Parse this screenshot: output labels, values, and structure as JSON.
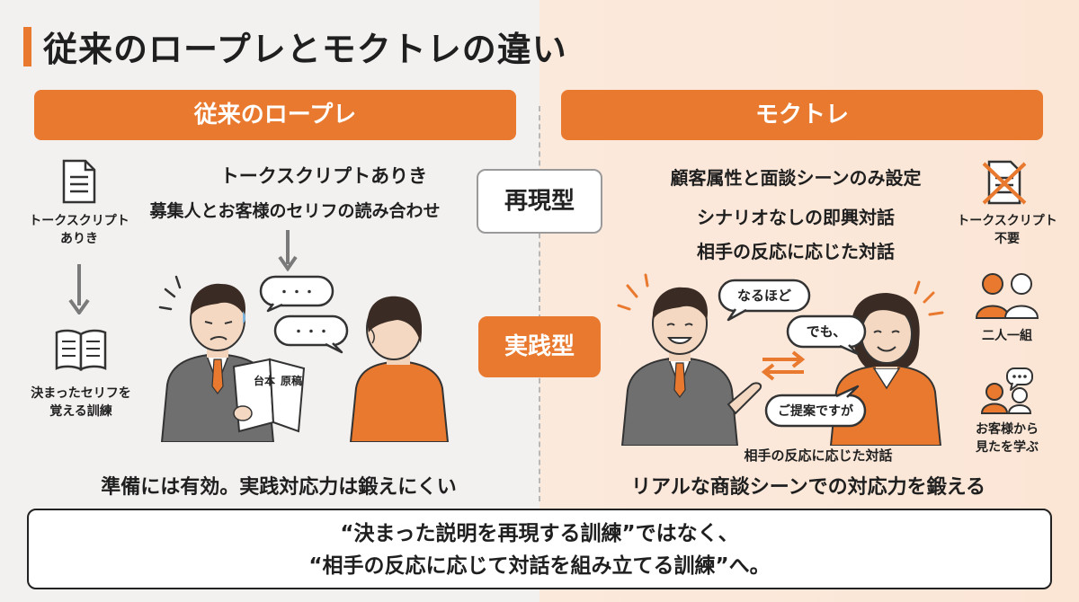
{
  "title": "従来のロープレとモクトレの違い",
  "left": {
    "banner": "従来のロープレ",
    "heading1": "トークスクリプトありき",
    "heading2": "募集人とお客様のセリフの読み合わせ",
    "side1_line1": "トークスクリプト",
    "side1_line2": "ありき",
    "side2_line1": "決まったセリフを",
    "side2_line2": "覚える訓練",
    "book_label1": "台本",
    "book_label2": "原稿",
    "bubble1": "・・・",
    "bubble2": "・・・",
    "footer": "準備には有効。実践対応力は鍛えにくい"
  },
  "center": {
    "badge1": "再現型",
    "badge2": "実践型"
  },
  "right": {
    "banner": "モクトレ",
    "heading1": "顧客属性と面談シーンのみ設定",
    "heading2": "シナリオなしの即興対話",
    "heading3": "相手の反応に応じた対話",
    "bubble1": "なるほど",
    "bubble2": "でも、",
    "bubble3": "ご提案ですが",
    "scene_caption": "相手の反応に応じた対話",
    "side1_line1": "トークスクリプト",
    "side1_line2": "不要",
    "side2": "二人一組",
    "side3_line1": "お客様から",
    "side3_line2": "見たを学ぶ",
    "footer": "リアルな商談シーンでの対応力を鍛える"
  },
  "bottom": {
    "line1": "“決まった説明を再現する訓練”ではなく、",
    "line2": "“相手の反応に応じて対話を組み立てる訓練”へ。"
  },
  "colors": {
    "accent": "#e8792e",
    "suit": "#6f6f6f",
    "hair": "#3a2c24"
  }
}
